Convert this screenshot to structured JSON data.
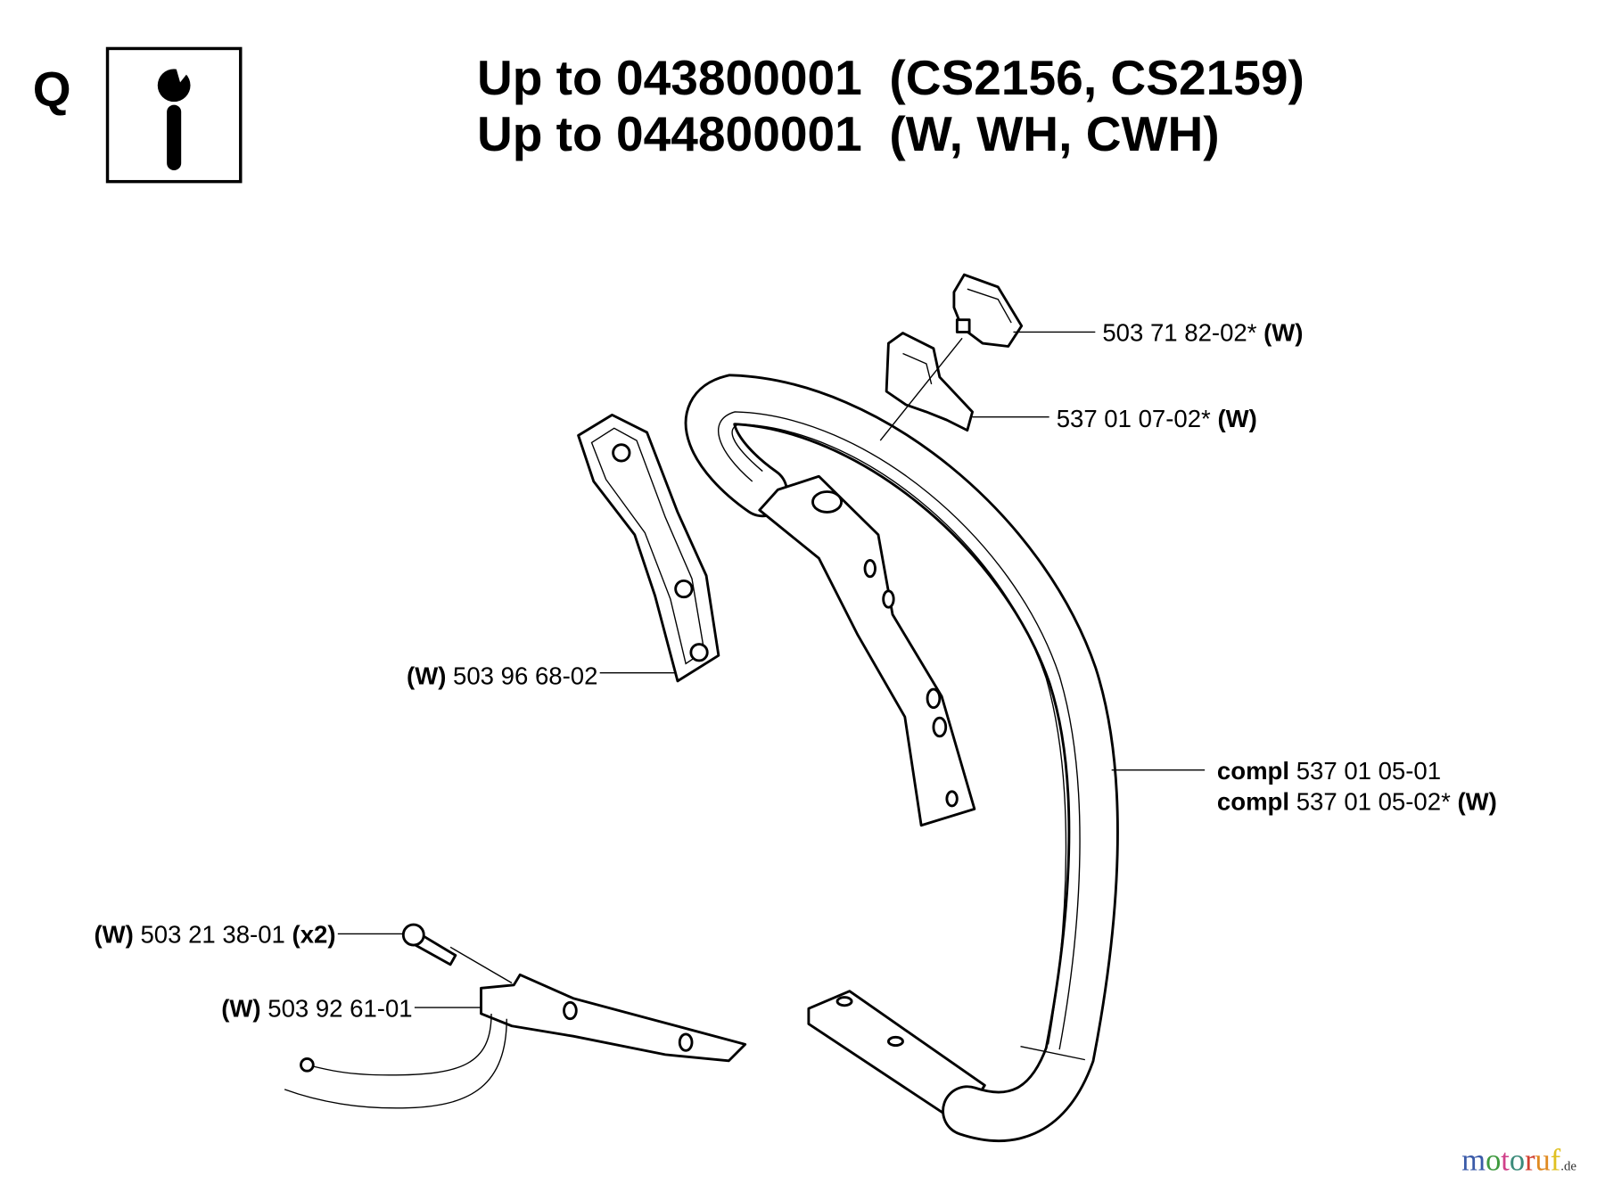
{
  "header": {
    "section_letter": "Q",
    "icon": "wrench-info-icon",
    "title_line1": "Up to 043800001  (CS2156, CS2159)",
    "title_line2": "Up to 044800001  (W, WH, CWH)"
  },
  "parts": [
    {
      "prefix": "",
      "number": "503 71 82-02*",
      "suffix": "(W)"
    },
    {
      "prefix": "",
      "number": "537 01 07-02*",
      "suffix": "(W)"
    },
    {
      "prefix": "(W)",
      "number": "503 96 68-02",
      "suffix": ""
    },
    {
      "prefix": "compl",
      "number": "537 01 05-01",
      "suffix": ""
    },
    {
      "prefix": "compl",
      "number": "537 01 05-02*",
      "suffix": "(W)"
    },
    {
      "prefix": "(W)",
      "number": "503 21 38-01",
      "suffix": "(x2)"
    },
    {
      "prefix": "(W)",
      "number": "503 92 61-01",
      "suffix": ""
    }
  ],
  "watermark": {
    "text": "motoruf",
    "tld": ".de",
    "colors": [
      "#3a5aa8",
      "#3f9a3f",
      "#d0408a",
      "#3a8a7a",
      "#d04030",
      "#e08a20",
      "#e0c020"
    ]
  }
}
